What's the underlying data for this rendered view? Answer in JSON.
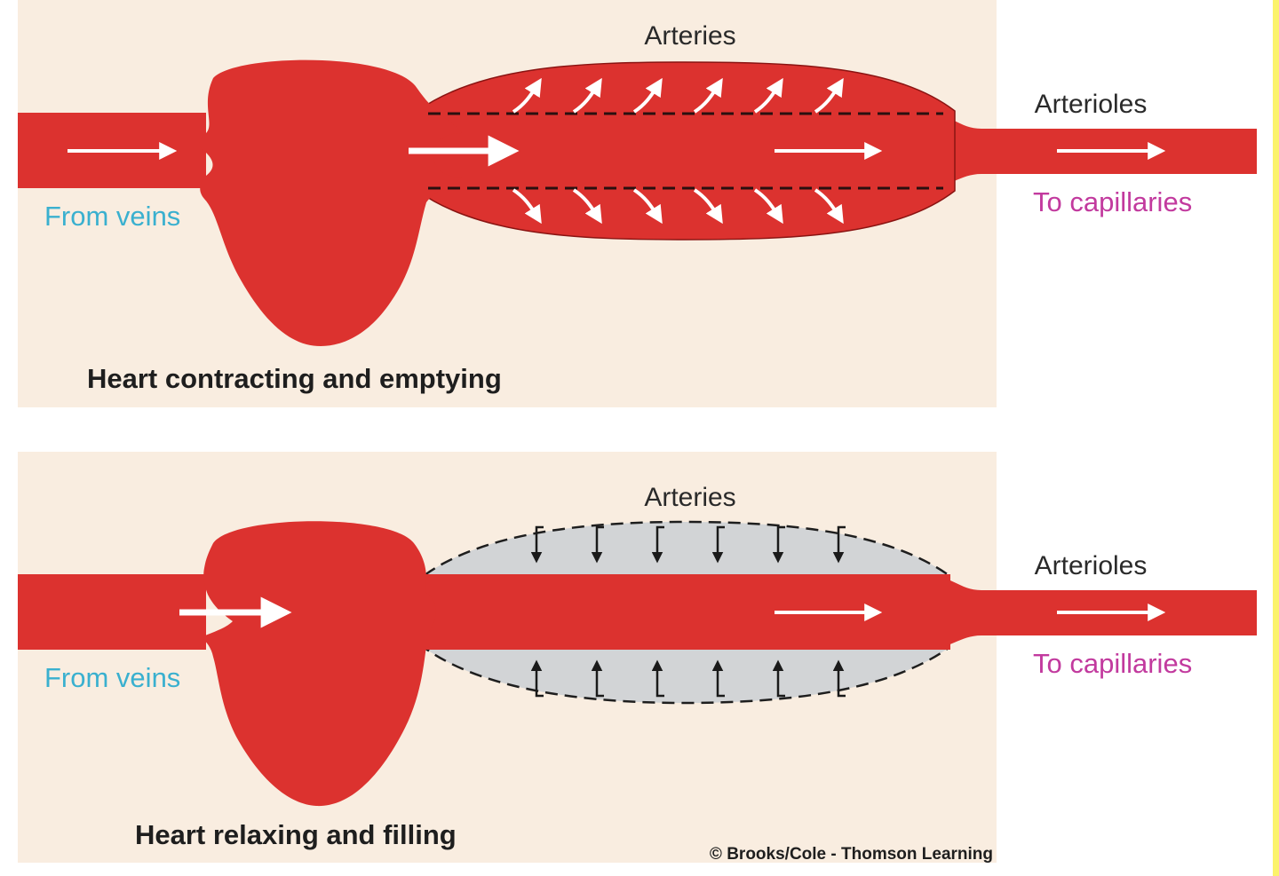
{
  "colors": {
    "vessel": "#dc322f",
    "panel_background": "#f9ede0",
    "veins_label": "#3ab0cf",
    "capillaries_label": "#c23a9e",
    "relaxed_artery_fill": "#d2d4d6"
  },
  "panels": [
    {
      "arteries_label": "Arteries",
      "arterioles_label": "Arterioles",
      "from_veins_label": "From veins",
      "to_capillaries_label": "To capillaries",
      "caption": "Heart contracting and emptying",
      "arrow_icon": "outward-expansion-arrow-icon"
    },
    {
      "arteries_label": "Arteries",
      "arterioles_label": "Arterioles",
      "from_veins_label": "From veins",
      "to_capillaries_label": "To capillaries",
      "caption": "Heart relaxing and filling",
      "arrow_icon": "inward-recoil-arrow-icon"
    }
  ],
  "credit": "© Brooks/Cole - Thomson Learning"
}
